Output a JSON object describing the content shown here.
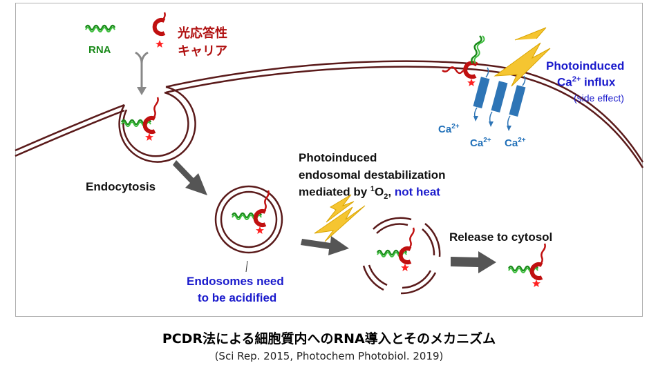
{
  "labels": {
    "rna": "RNA",
    "carrier_line1": "光応答性",
    "carrier_line2": "キャリア",
    "endocytosis": "Endocytosis",
    "endosomes_line1": "Endosomes need",
    "endosomes_line2": "to be acidified",
    "destab_line1": "Photoinduced",
    "destab_line2": "endosomal destabilization",
    "destab_line3_prefix": "mediated by ",
    "destab_sup": "1",
    "destab_o": "O",
    "destab_sub": "2",
    "destab_comma": ", ",
    "destab_not_heat": "not heat",
    "release": "Release to cytosol",
    "ca_influx_line1": "Photoinduced",
    "ca_influx_ca": "Ca",
    "ca_influx_sup": "2+",
    "ca_influx_rest": " influx",
    "side_effect": "(side effect)",
    "ca_ion": "Ca",
    "ca_ion_sup": "2+"
  },
  "caption": {
    "title": "PCDR法による細胞質内へのRNA導入とそのメカニズム",
    "source": "(Sci Rep. 2015, Photochem Photobiol. 2019)"
  },
  "colors": {
    "membrane": "#5a1a1a",
    "rna": "#1a8a1a",
    "carrier": "#c01010",
    "star": "#ff2020",
    "arrow": "#555555",
    "lightning": "#f5c531",
    "channel": "#2e75b6",
    "label_blue": "#1a1acc"
  }
}
